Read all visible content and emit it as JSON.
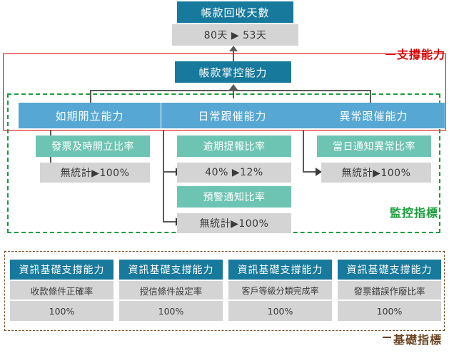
{
  "diagram": {
    "title_node": {
      "header": "帳款回收天數",
      "value": "80天 ▶ 53天"
    },
    "control_node": {
      "header": "帳款掌控能力"
    },
    "capabilities": [
      {
        "name": "如期開立能力",
        "metrics": [
          {
            "name": "發票及時開立比率",
            "value": "無統計▶100%"
          }
        ]
      },
      {
        "name": "日常跟催能力",
        "metrics": [
          {
            "name": "逾期提報比率",
            "value": "40% ▶12%"
          },
          {
            "name": "預警通知比率",
            "value": "無統計▶100%"
          }
        ]
      },
      {
        "name": "異常跟催能力",
        "metrics": [
          {
            "name": "當日通知異常比率",
            "value": "無統計▶100%"
          }
        ]
      }
    ],
    "foundation": [
      {
        "header": "資訊基礎支撐能力",
        "name": "收款條件正確率",
        "value": "100%"
      },
      {
        "header": "資訊基礎支撐能力",
        "name": "授信條件設定率",
        "value": "100%"
      },
      {
        "header": "資訊基礎支撐能力",
        "name": "客戶等級分類完成率",
        "value": "100%"
      },
      {
        "header": "資訊基礎支撐能力",
        "name": "發票錯誤作廢比率",
        "value": "100%"
      }
    ],
    "annotations": {
      "support": "支撐能力",
      "monitor": "監控指標",
      "foundation": "基礎指標"
    },
    "colors": {
      "header_dark": "#17799c",
      "capability_blue": "#56a7d3",
      "metric_teal": "#6ec4b2",
      "value_gray": "#d4d4d4",
      "support_red": "#d50000",
      "monitor_green": "#1a9c3c",
      "foundation_brown": "#6b4423"
    }
  }
}
